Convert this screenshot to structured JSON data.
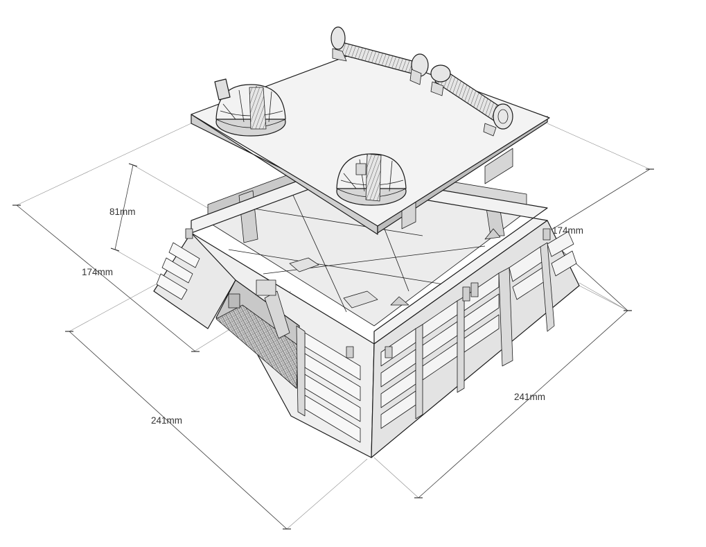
{
  "dimensions": {
    "height": "81mm",
    "top_depth_left": "174mm",
    "top_depth_right": "174mm",
    "base_left": "241mm",
    "base_right": "241mm"
  },
  "colors": {
    "line": "#1a1a1a",
    "face_light": "#f4f4f4",
    "face_mid": "#dcdcdc",
    "face_dark": "#bdbdbd",
    "interior": "#e8e8e8"
  }
}
